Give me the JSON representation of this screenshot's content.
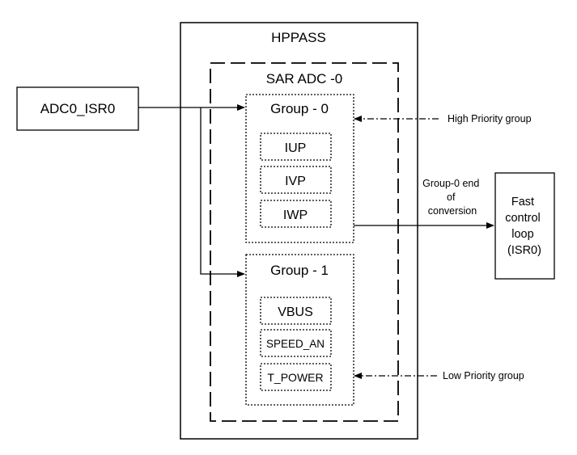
{
  "diagram": {
    "hppass_label": "HPPASS",
    "sar_adc_label": "SAR ADC -0",
    "source_label": "ADC0_ISR0",
    "group0": {
      "title": "Group - 0",
      "channels": [
        "IUP",
        "IVP",
        "IWP"
      ]
    },
    "group1": {
      "title": "Group - 1",
      "channels": [
        "VBUS",
        "SPEED_AN",
        "T_POWER"
      ]
    },
    "annotations": {
      "high_priority": "High Priority group",
      "low_priority": "Low Priority group",
      "eoc_lines": [
        "Group-0 end",
        "of",
        "conversion"
      ]
    },
    "target": {
      "lines": [
        "Fast",
        "control",
        "loop",
        "(ISR0)"
      ]
    }
  }
}
